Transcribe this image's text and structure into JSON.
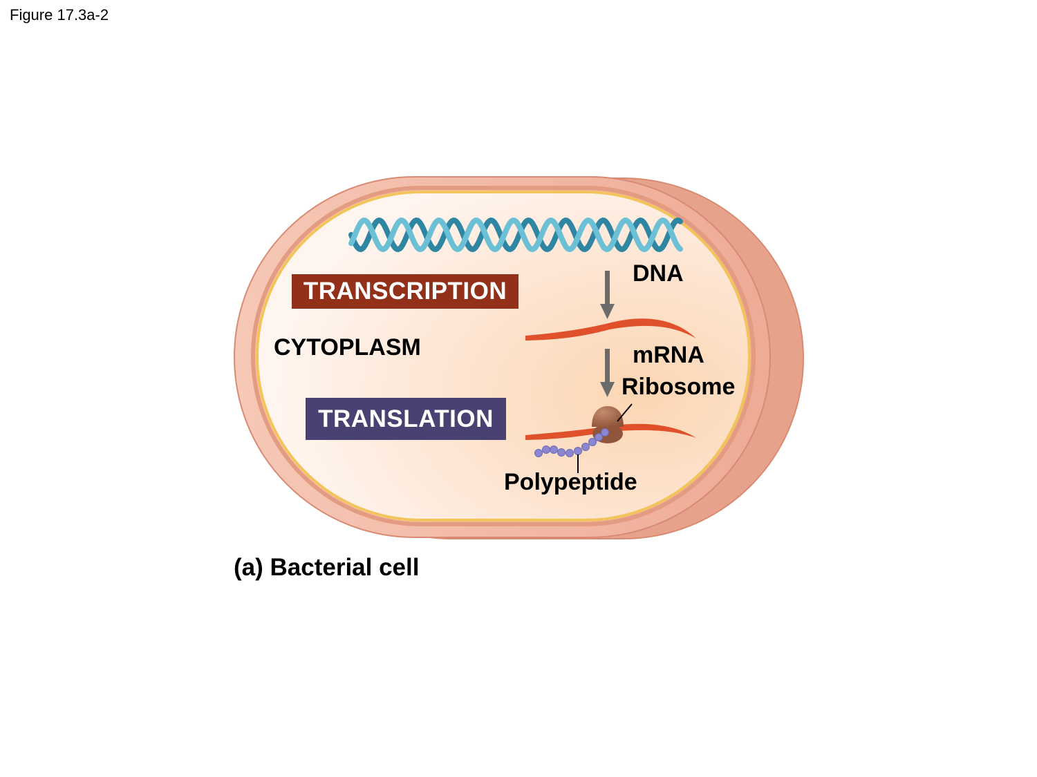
{
  "figure_label": "Figure 17.3a-2",
  "caption": "(a) Bacterial cell",
  "labels": {
    "dna": "DNA",
    "mrna": "mRNA",
    "ribosome": "Ribosome",
    "polypeptide": "Polypeptide",
    "cytoplasm": "CYTOPLASM"
  },
  "processes": {
    "transcription": {
      "label": "TRANSCRIPTION",
      "color": "#93301a"
    },
    "translation": {
      "label": "TRANSLATION",
      "color": "#4a4173"
    }
  },
  "colors": {
    "cell_wall": "#e9a693",
    "membrane": "#f2c45a",
    "cytoplasm": "#fdebdc",
    "dna": "#3f97b2",
    "mrna": "#e0512b",
    "ribosome": "#a76a4f",
    "polypeptide": "#8b86d0",
    "arrow": "#6b6b6b"
  }
}
